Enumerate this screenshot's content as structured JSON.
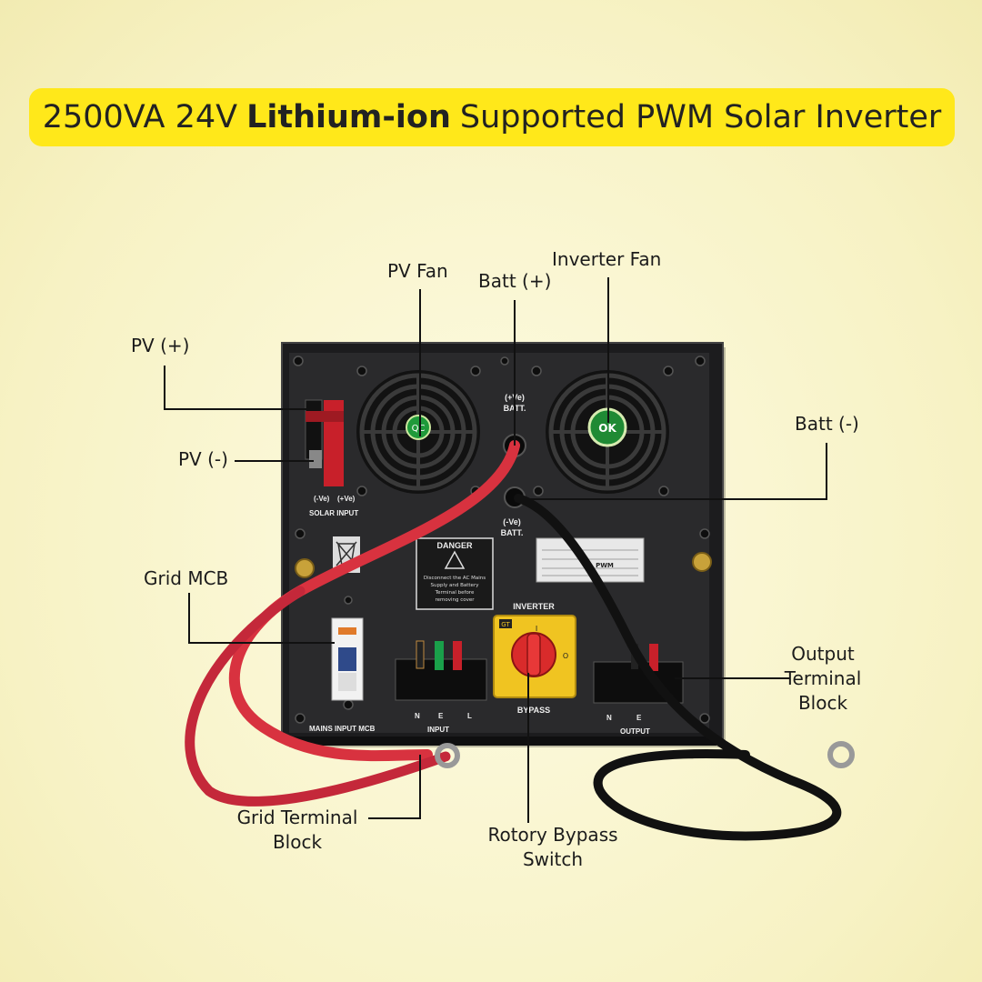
{
  "title": {
    "part1": "2500VA 24V",
    "bold": "Lithium-ion",
    "part2": "Supported PWM Solar Inverter"
  },
  "callouts": {
    "pv_fan": "PV Fan",
    "inverter_fan": "Inverter Fan",
    "batt_pos": "Batt (+)",
    "batt_neg": "Batt (-)",
    "pv_pos": "PV (+)",
    "pv_neg": "PV (-)",
    "grid_mcb": "Grid MCB",
    "output_block_1": "Output",
    "output_block_2": "Terminal",
    "output_block_3": "Block",
    "grid_block_1": "Grid Terminal",
    "grid_block_2": "Block",
    "bypass_1": "Rotory Bypass",
    "bypass_2": "Switch"
  },
  "panel": {
    "batt_pos_mark": "(+Ve)",
    "batt_neg_mark": "(-Ve)",
    "batt": "BATT.",
    "solar_neg": "(-Ve)",
    "solar_pos": "(+Ve)",
    "solar_input": "SOLAR INPUT",
    "danger": "DANGER",
    "danger_l1": "Disconnect the AC Mains",
    "danger_l2": "Supply and Battery",
    "danger_l3": "Terminal before",
    "danger_l4": "removing cover",
    "inverter": "INVERTER",
    "bypass": "BYPASS",
    "mains_mcb": "MAINS INPUT MCB",
    "input": "INPUT",
    "output": "OUTPUT",
    "n": "N",
    "e": "E",
    "l": "L",
    "pwm": "PWM",
    "qc": "QC",
    "ok": "OK",
    "switch_brand": "GT",
    "switch_i": "I",
    "switch_o": "O"
  },
  "colors": {
    "banner": "#ffe81a",
    "cable_red": "#d8323f",
    "chassis": "#1c1c1e"
  }
}
